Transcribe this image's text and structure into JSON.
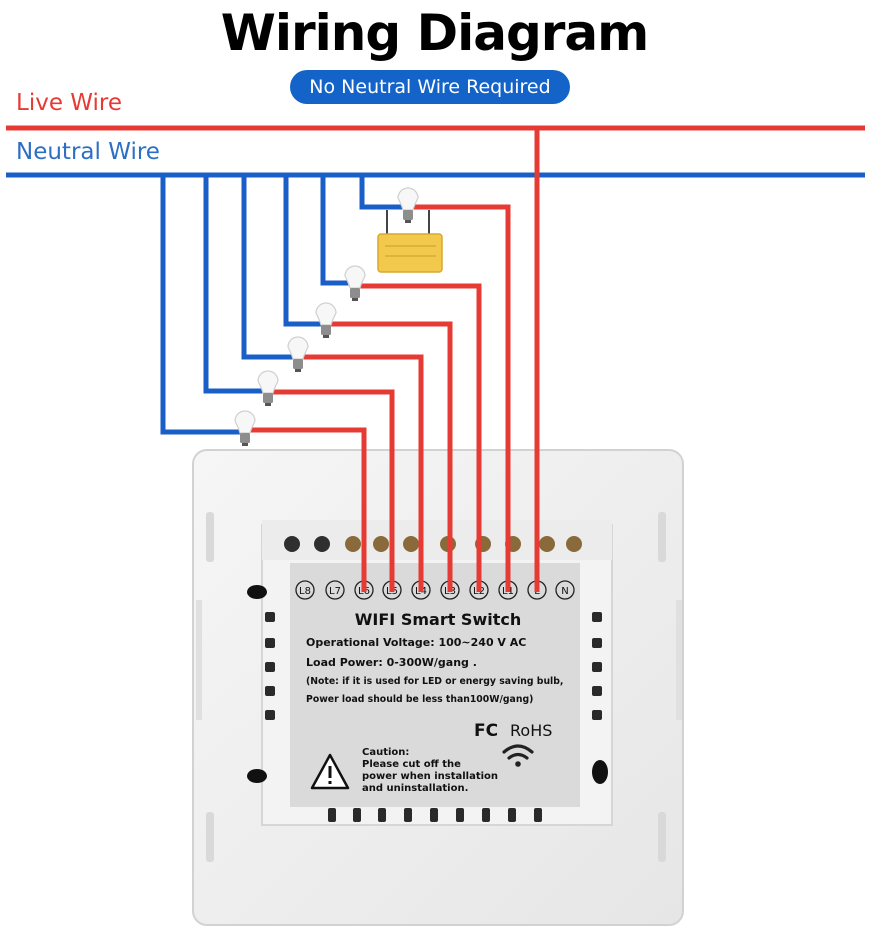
{
  "title": "Wiring Diagram",
  "badge": "No Neutral Wire Required",
  "live_label": "Live Wire",
  "neutral_label": "Neutral Wire",
  "colors": {
    "live": "#e53b34",
    "neutral": "#1a5fc8",
    "badge": "#1463c9",
    "capacitor": "#f2c94c"
  },
  "terminals": [
    "L8",
    "L7",
    "L6",
    "L5",
    "L4",
    "L3",
    "L2",
    "L1",
    "L",
    "N"
  ],
  "panel": {
    "heading": "WIFI Smart Switch",
    "voltage": "Operational Voltage: 100~240 V AC",
    "load": "Load Power: 0-300W/gang .",
    "note1": "(Note: if it is used for LED or energy saving bulb,",
    "note2": "Power load should be less than100W/gang)",
    "fcc": "FC",
    "rohs": "RoHS",
    "caution_title": "Caution:",
    "caution1": "Please cut off the",
    "caution2": "power when installation",
    "caution3": "and uninstallation."
  }
}
